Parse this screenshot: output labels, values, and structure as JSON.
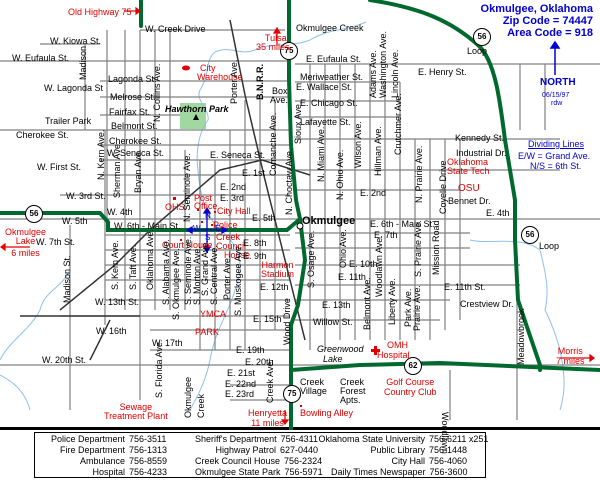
{
  "header": {
    "city": "Okmulgee, Oklahoma",
    "zip": "Zip Code = 74447",
    "area_code": "Area Code = 918",
    "north_label": "NORTH",
    "date": "06/15/97",
    "author": "rdw",
    "dividing_title": "Dividing Lines",
    "dividing_ew": "E/W = Grand Ave.",
    "dividing_ns": "N/S = 6th St."
  },
  "colors": {
    "highway": "#006a2e",
    "street": "#808080",
    "creek": "#8fbfef",
    "park": "#a0d8a0",
    "poi": "#e00000",
    "info": "#0000d0"
  },
  "highways": [
    {
      "label": "75",
      "name": "US 75"
    },
    {
      "label": "56",
      "name": "SH 56 Loop"
    },
    {
      "label": "62",
      "name": "US 62"
    }
  ],
  "directions": {
    "old_hwy": "Old Highway 75",
    "tulsa_1": "Tulsa",
    "tulsa_2": "35 miles",
    "lake_1": "Okmulgee",
    "lake_2": "Lake",
    "lake_3": "6 miles",
    "henryetta_1": "Henryetta",
    "henryetta_2": "11 miles",
    "morris_1": "Morris",
    "morris_2": "7 miles",
    "loop_top": "Loop",
    "loop_right": "Loop"
  },
  "pois": {
    "city_warehouse_1": "City",
    "city_warehouse_2": "Warehouse",
    "hawthorn_park": "Hawthorn Park",
    "ohs": "OHS",
    "post_office_1": "Post",
    "post_office_2": "Office",
    "city_hall": "City Hall",
    "police": "Police",
    "creek_council_1": "Creek",
    "creek_council_2": "Council",
    "creek_council_3": "House",
    "court_house": "Court House",
    "harmon_1": "Harmon",
    "harmon_2": "Stadium",
    "ymca": "YMCA",
    "park": "PARK",
    "sewage_1": "Sewage",
    "sewage_2": "Treatment Plant",
    "omh_1": "OMH",
    "omh_2": "Hospital",
    "golf_1": "Golf Course",
    "golf_2": "Country Club",
    "bowling": "Bowling Alley",
    "ost_1": "Oklahoma",
    "ost_2": "State Tech",
    "osu": "OSU",
    "downtown": "Okmulgee",
    "greenwood_1": "Greenwood",
    "greenwood_2": "Lake",
    "creek_village_1": "Creek",
    "creek_village_2": "Village",
    "creek_forest_1": "Creek",
    "creek_forest_2": "Forest",
    "creek_forest_3": "Apts.",
    "trailer_park": "Trailer Park",
    "okmulgee_creek": "Okmulgee Creek",
    "okmulgee_creek_v": "Okmulgee",
    "creek_v": "Creek",
    "bnrr": "B.N.R.R.",
    "box_1": "Box",
    "box_2": "Ave."
  },
  "compass": {
    "n": "N",
    "s": "S",
    "e": "E",
    "w": "W"
  },
  "streets": {
    "w_creek_drive": "W. Creek Drive",
    "w_kiowa": "W. Kiowa St.",
    "w_eufaula": "W. Eufaula St.",
    "w_lagonda": "W. Lagonda St",
    "lagonda": "Lagonda St.",
    "melrose": "Melrose St.",
    "fairfax": "Fairfax St.",
    "belmont_st": "Belmont St.",
    "cherokee_w": "Cherokee St.",
    "cherokee": "Cherokee St.",
    "w_seneca": "W. Seneca St.",
    "e_seneca": "E. Seneca St.",
    "w_first": "W. First St.",
    "w_3rd": "W. 3rd St.",
    "w_4th": "W. 4th",
    "w_5th": "W. 5th",
    "w_6th": "W. 6th - Main St.",
    "w_7th": "W. 7th St.",
    "w_13th": "W. 13th St.",
    "w_16th": "W. 16th",
    "w_17th": "W. 17th",
    "w_20th": "W. 20th St.",
    "e_eufaula": "E. Eufaula St.",
    "meriweather": "Meriweather St.",
    "e_wallace": "E. Wallace St.",
    "e_chicago": "E. Chicago St.",
    "lafayette": "Lafayette St.",
    "e_henry": "E. Henry St.",
    "kennedy": "Kennedy St.",
    "industrial": "Industrial Dr.",
    "bennet": "Bennet Dr.",
    "e_4th": "E. 4th",
    "e_1st": "E. 1st",
    "e_2nd_w": "E. 2nd",
    "e_3rd": "E. 3rd",
    "e_5th": "E. 5th",
    "e_2nd_e": "E. 2nd",
    "e_6th": "E. 6th - Main St.",
    "e_7th": "E. 7th",
    "e_8th": "E. 8th",
    "e_9th": "E. 9th",
    "e_10th": "E. 10th",
    "e_11th": "E. 11th",
    "e_11th_st": "E. 11th St.",
    "e_12th": "E. 12th",
    "e_13th": "E. 13th",
    "e_15th": "E. 15th",
    "e_19th": "E. 19th",
    "e_20th": "E. 20th",
    "e_21st": "E. 21st",
    "e_22nd": "E. 22nd",
    "e_23rd": "E. 23rd",
    "willow": "Willow St.",
    "crestview": "Crestview Dr.",
    "madison_n": "Madison",
    "madison_s": "Madison St.",
    "n_collins": "N. Collins Ave.",
    "n_kern": "N. Kern Ave.",
    "sherman": "Sherman Ave.",
    "bryan": "Bryan Ave.",
    "n_seminole": "N. Seminole Ave.",
    "porter_n": "Porter Ave.",
    "comanche": "Comanche Ave.",
    "n_choctaw": "N. Choctaw Ave.",
    "sioux": "Sioux Ave.",
    "n_miami": "N. Miami Ave.",
    "n_ohio": "N. Ohio Ave.",
    "wilson": "Wilson Ave.",
    "hillman": "Hillman Ave.",
    "crutchmer": "Crutchmer Ave.",
    "n_prairie": "N. Prairie Ave.",
    "coyelle": "Coyelle Drive",
    "adams": "Adams Ave.",
    "washington": "Washington Ave.",
    "lincoln": "Lincoln Ave.",
    "s_kern": "S. Kern Ave.",
    "s_taft": "S. Taft Ave.",
    "oklahoma": "Oklahoma Ave.",
    "s_alabama": "S. Alabama Ave.",
    "s_okmulgee": "S. Okmulgee Ave.",
    "s_seminole": "S. Seminole Ave.",
    "s_morton": "S. Morton Ave.",
    "s_grand": "S. Grand Ave.",
    "s_central": "S. Central Ave.",
    "porter_s": "Porter Ave.",
    "s_muskogee": "S. Muskogee Ave.",
    "wood_drive": "Wood Drive",
    "s_osage": "S. Osage Ave.",
    "ohio": "Ohio Ave.",
    "woodlawn_n": "Woodlawn Ave.",
    "belmont_ave": "Belmont Ave.",
    "liberty": "Liberty Ave.",
    "park_ave": "Park Ave.",
    "prairie_ave": "Prairie Ave.",
    "s_prairie": "S. Prairie Ave.",
    "mission": "Mission Road",
    "meadowbrook": "Meadowbrook",
    "woodlawn_s": "Woodlawn",
    "s_florida": "S. Florida Ave.",
    "creek_ave": "Creek Ave."
  },
  "directory": {
    "col1": [
      {
        "name": "Police Department",
        "phone": "756-3511"
      },
      {
        "name": "Fire Department",
        "phone": "756-1313"
      },
      {
        "name": "Ambulance",
        "phone": "756-8559"
      },
      {
        "name": "Hospital",
        "phone": "756-4233"
      }
    ],
    "col2": [
      {
        "name": "Sheriff's Department",
        "phone": "756-4311"
      },
      {
        "name": "Highway Patrol",
        "phone": "627-0440"
      },
      {
        "name": "Creek Council House",
        "phone": "756-2324"
      },
      {
        "name": "Okmulgee State Park",
        "phone": "756-5971"
      }
    ],
    "col3": [
      {
        "name": "Oklahoma State University",
        "phone": "756-6211 x251"
      },
      {
        "name": "Public Library",
        "phone": "756-1448"
      },
      {
        "name": "City Hall",
        "phone": "756-4060"
      },
      {
        "name": "Daily Times Newspaper",
        "phone": "756-3600"
      }
    ]
  }
}
